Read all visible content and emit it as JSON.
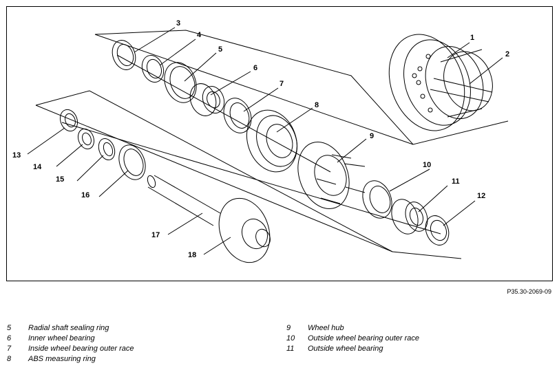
{
  "figure": {
    "reference": "P35.30-2069-09",
    "callouts": [
      "1",
      "2",
      "3",
      "4",
      "5",
      "6",
      "7",
      "8",
      "9",
      "10",
      "11",
      "12",
      "13",
      "14",
      "15",
      "16",
      "17",
      "18"
    ]
  },
  "legend": {
    "left": [
      {
        "number": "5",
        "text": "Radial shaft sealing ring"
      },
      {
        "number": "6",
        "text": "Inner wheel bearing"
      },
      {
        "number": "7",
        "text": "Inside wheel bearing outer race"
      },
      {
        "number": "8",
        "text": "ABS measuring ring"
      }
    ],
    "right": [
      {
        "number": "9",
        "text": "Wheel hub"
      },
      {
        "number": "10",
        "text": "Outside wheel bearing outer race"
      },
      {
        "number": "11",
        "text": "Outside wheel bearing"
      }
    ]
  }
}
